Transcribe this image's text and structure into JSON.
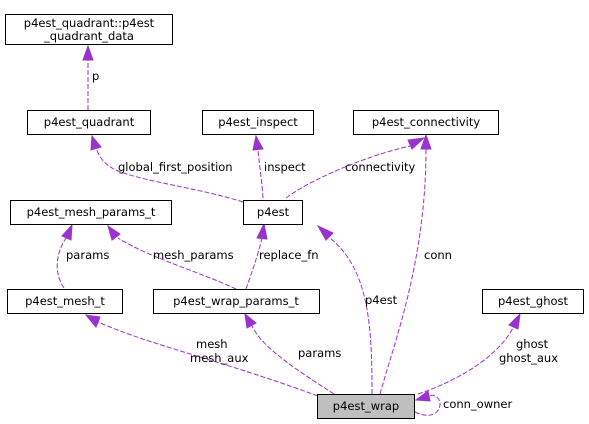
{
  "nodes": {
    "quadrant_data": [
      "p4est_quadrant::p4est",
      "_quadrant_data"
    ],
    "quadrant": "p4est_quadrant",
    "inspect": "p4est_inspect",
    "connectivity": "p4est_connectivity",
    "mesh_params": "p4est_mesh_params_t",
    "p4est": "p4est",
    "mesh": "p4est_mesh_t",
    "wrap_params": "p4est_wrap_params_t",
    "ghost": "p4est_ghost",
    "wrap": "p4est_wrap"
  },
  "edge_labels": {
    "p": "p",
    "global_first_position": "global_first_position",
    "inspect": "inspect",
    "connectivity": "connectivity",
    "params": "params",
    "mesh_params": "mesh_params",
    "replace_fn": "replace_fn",
    "conn": "conn",
    "p4est": "p4est",
    "mesh": "mesh",
    "mesh_aux": "mesh_aux",
    "wrap_params": "params",
    "ghost": "ghost",
    "ghost_aux": "ghost_aux",
    "conn_owner": "conn_owner"
  },
  "colors": {
    "edge": "#9a32cd",
    "focus_fill": "#bfbfbf",
    "node_fill": "#ffffff",
    "border": "#000000"
  }
}
